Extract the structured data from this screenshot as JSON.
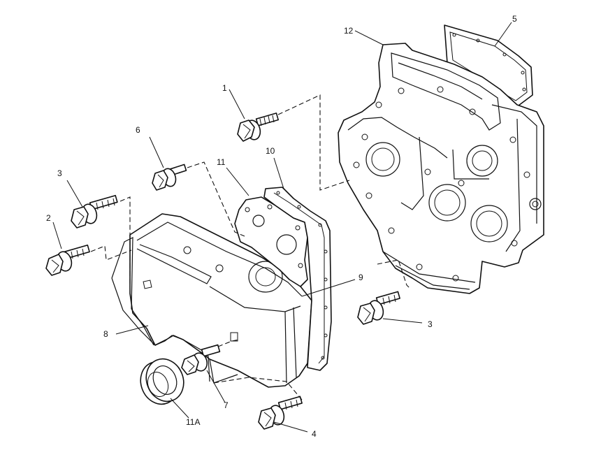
{
  "callouts": [
    {
      "id": "1",
      "text": "1"
    },
    {
      "id": "2",
      "text": "2"
    },
    {
      "id": "3a",
      "text": "3"
    },
    {
      "id": "3b",
      "text": "3"
    },
    {
      "id": "4",
      "text": "4"
    },
    {
      "id": "5",
      "text": "5"
    },
    {
      "id": "6",
      "text": "6"
    },
    {
      "id": "7",
      "text": "7"
    },
    {
      "id": "8",
      "text": "8"
    },
    {
      "id": "9",
      "text": "9"
    },
    {
      "id": "10",
      "text": "10"
    },
    {
      "id": "11",
      "text": "11"
    },
    {
      "id": "11A",
      "text": "11A"
    },
    {
      "id": "12",
      "text": "12"
    }
  ]
}
